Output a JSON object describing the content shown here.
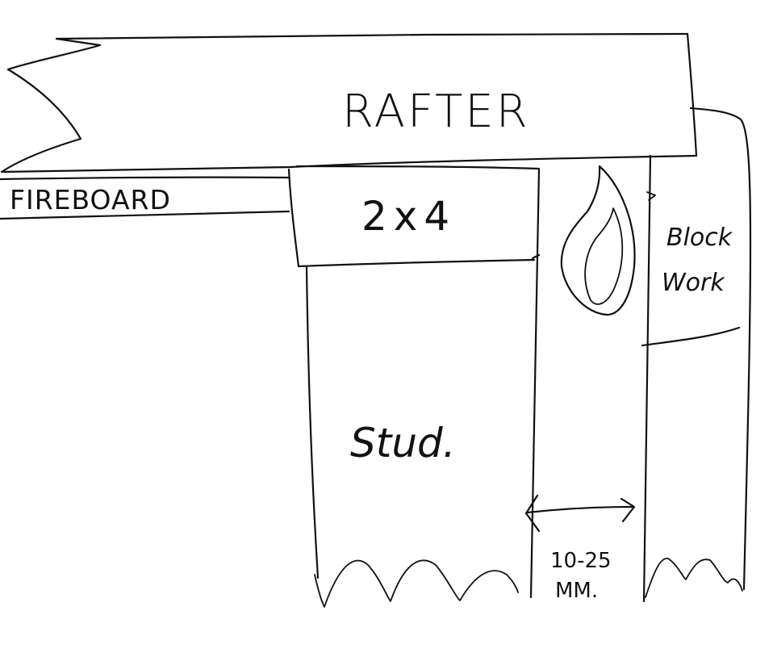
{
  "labels": {
    "rafter": "RAFTER",
    "fireboard": "FIREBOARD",
    "two_by_four": "2x4",
    "stud": "Stud.",
    "blockwork_line1": "Block",
    "blockwork_line2": "Work",
    "gap_value": "10-25",
    "gap_unit": "MM."
  },
  "icons": {
    "flame": "flame-icon",
    "gap_arrow": "double-arrow-icon"
  },
  "colors": {
    "ink": "#111111",
    "paper": "#ffffff"
  }
}
